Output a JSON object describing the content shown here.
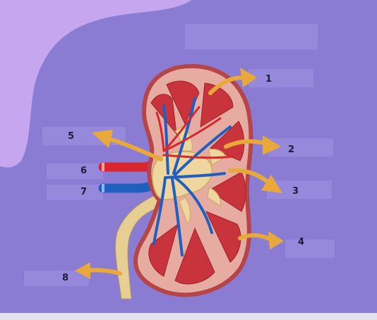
{
  "labels": [
    "1",
    "2",
    "3",
    "4",
    "5",
    "6",
    "7",
    "8"
  ],
  "colors": {
    "background": "#8a7cd3",
    "corner": "#c6a6ef",
    "label_box": "#9689dc",
    "arrow": "#e8a93a",
    "capsule": "#b54548",
    "cortex": "#e6aca2",
    "pyramid": "#c9333b",
    "pelvis": "#efd59e",
    "vein": "#1f5fbf",
    "artery": "#d7262e",
    "label_text": "#1e1a3a"
  }
}
